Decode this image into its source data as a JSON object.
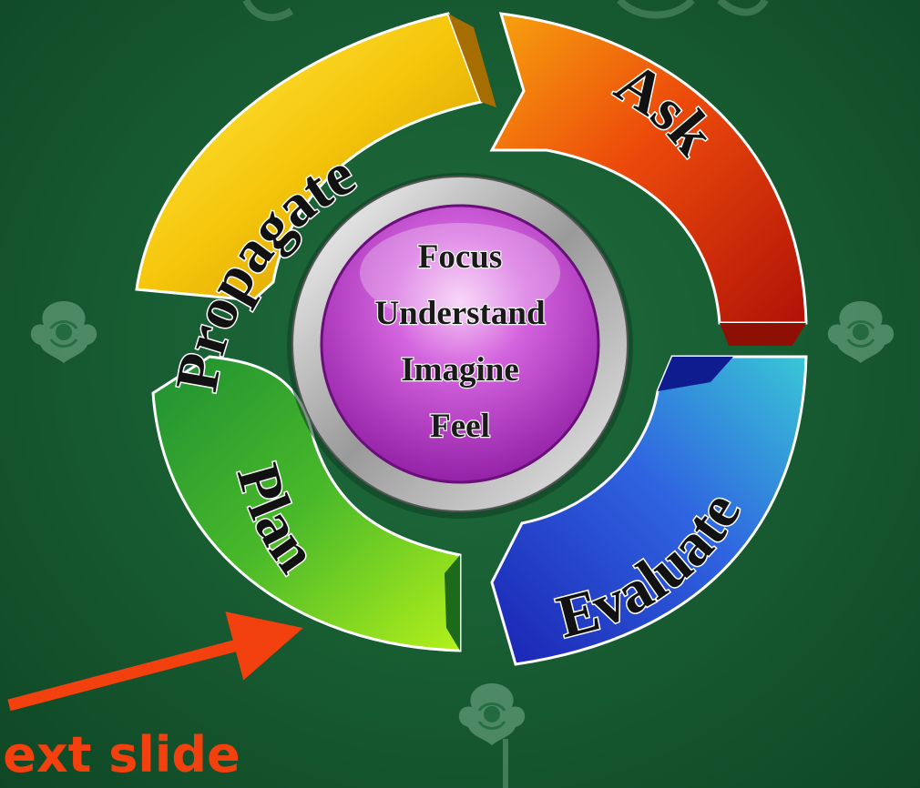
{
  "diagram": {
    "segments": [
      {
        "label": "Propagate",
        "color": "#f2c40a"
      },
      {
        "label": "Ask",
        "color": "#e0340c"
      },
      {
        "label": "Evaluate",
        "color": "#2f45d8"
      },
      {
        "label": "Plan",
        "color": "#5cc52a"
      }
    ],
    "center": {
      "lines": [
        "Focus",
        "Understand",
        "Imagine",
        "Feel"
      ],
      "color": "#b628c6"
    }
  },
  "annotation": {
    "text": "Next slide",
    "color": "#f2400e"
  },
  "background_color": "#1a6337",
  "ornament_icon": "ornament-icon"
}
